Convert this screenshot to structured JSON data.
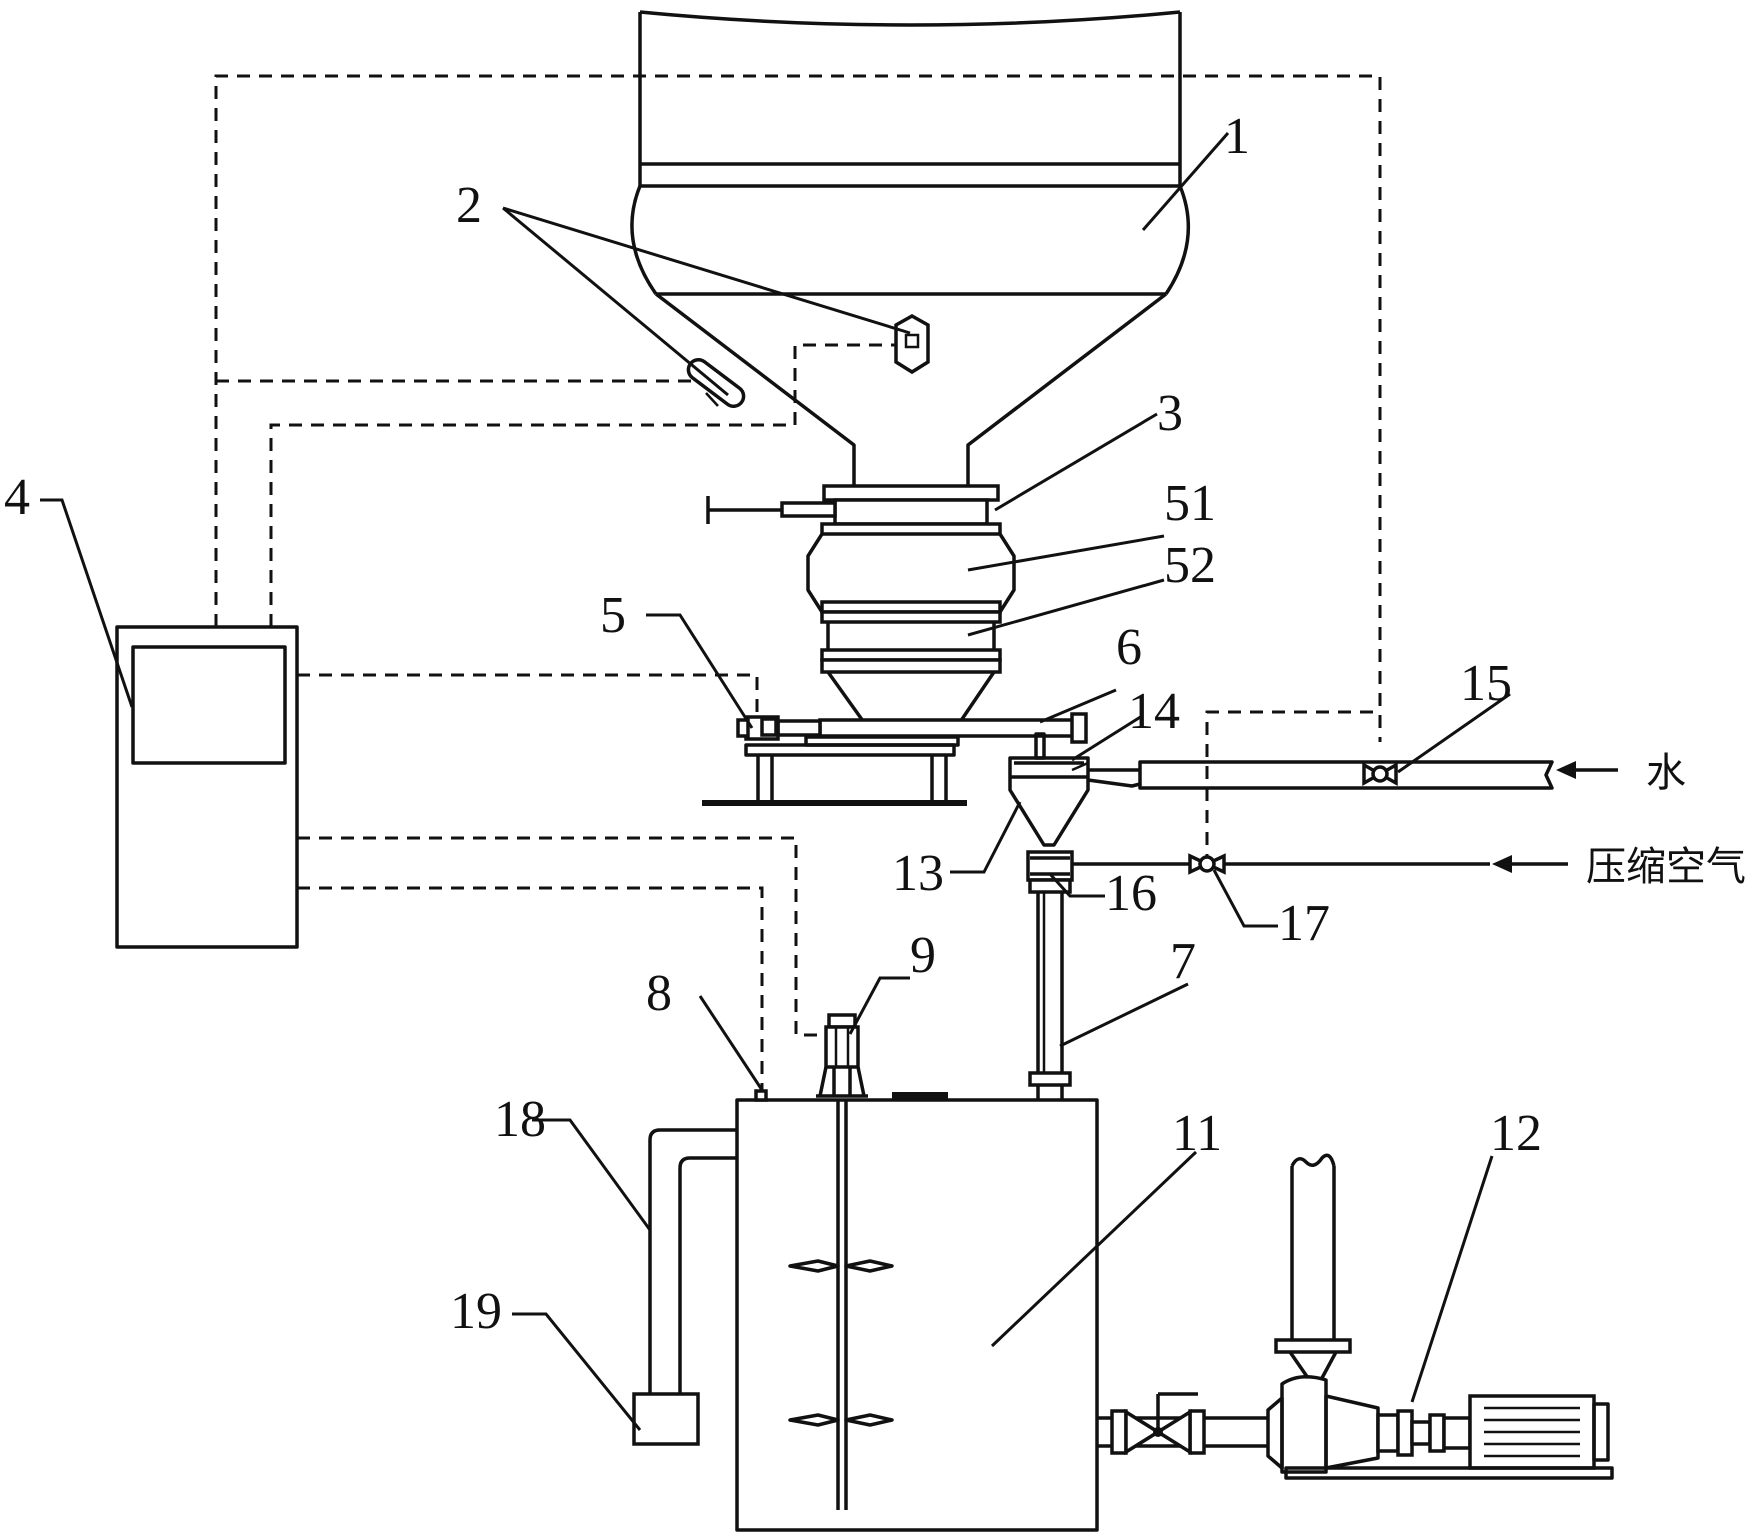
{
  "labels": {
    "l1": "1",
    "l2": "2",
    "l3": "3",
    "l4": "4",
    "l5": "5",
    "l51": "51",
    "l52": "52",
    "l6": "6",
    "l7": "7",
    "l8": "8",
    "l9": "9",
    "l11": "11",
    "l12": "12",
    "l13": "13",
    "l14": "14",
    "l15": "15",
    "l16": "16",
    "l17": "17",
    "l18": "18",
    "l19": "19"
  },
  "inputs": {
    "water": "水",
    "compressed_air": "压缩空气"
  }
}
